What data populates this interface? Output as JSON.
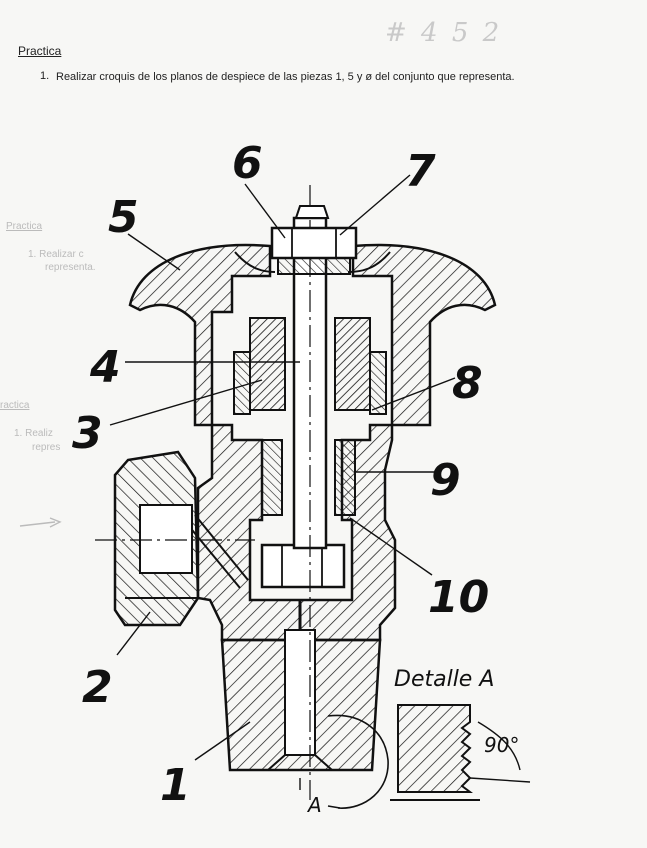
{
  "header": {
    "title": "Practica",
    "item_number": "1.",
    "instruction": "Realizar croquis de los planos de despiece de las piezas 1, 5 y ø  del conjunto que representa.",
    "handwritten_note": "# 4 5 2"
  },
  "ghost_text": {
    "practica_1": "Practica",
    "realizar_1": "1.  Realizar c",
    "representa_1": "representa.",
    "practica_2": "ractica",
    "realizar_2": "1.  Realiz",
    "representa_2": "repres"
  },
  "part_numbers": [
    "1",
    "2",
    "3",
    "4",
    "5",
    "6",
    "7",
    "8",
    "9",
    "10"
  ],
  "detail": {
    "title": "Detalle A",
    "angle": "90°",
    "section_label": "A"
  }
}
